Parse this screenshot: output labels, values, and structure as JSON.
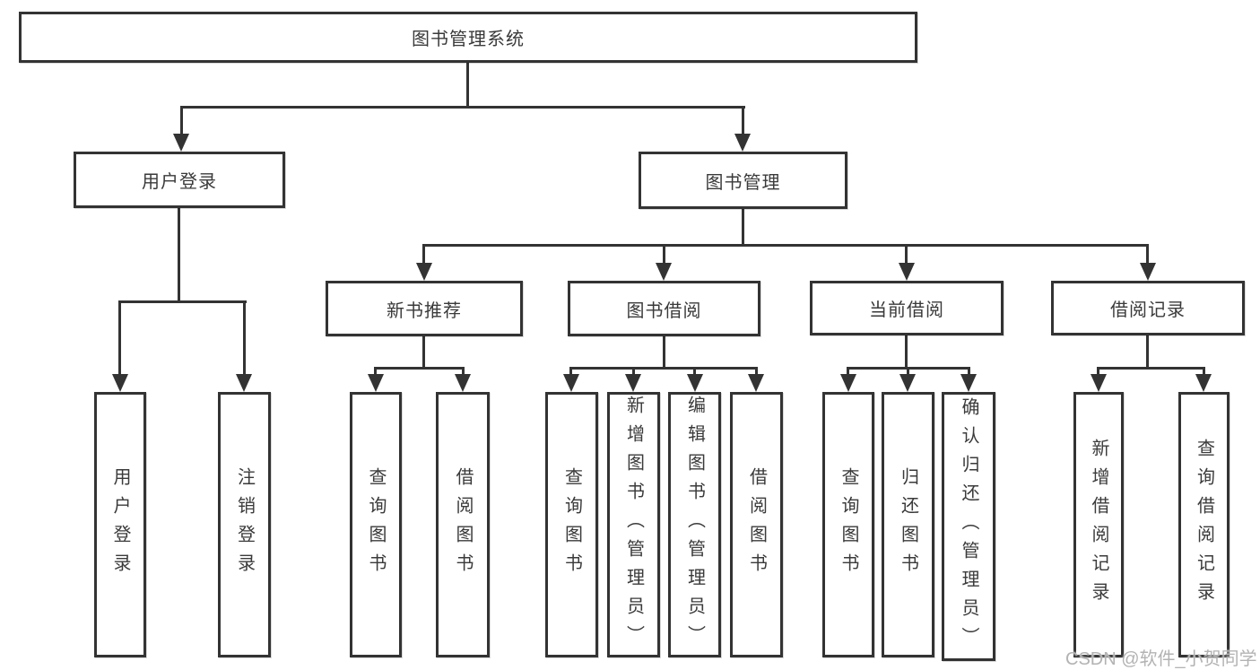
{
  "tree": {
    "root": {
      "label": "图书管理系统"
    },
    "branches": [
      {
        "label": "用户登录",
        "children": [
          {
            "label": "用户登录"
          },
          {
            "label": "注销登录"
          }
        ]
      },
      {
        "label": "图书管理",
        "children": [
          {
            "label": "新书推荐",
            "children": [
              {
                "label": "查询图书"
              },
              {
                "label": "借阅图书"
              }
            ]
          },
          {
            "label": "图书借阅",
            "children": [
              {
                "label": "查询图书"
              },
              {
                "label": "新增图书（管理员）"
              },
              {
                "label": "编辑图书（管理员）"
              },
              {
                "label": "借阅图书"
              }
            ]
          },
          {
            "label": "当前借阅",
            "children": [
              {
                "label": "查询图书"
              },
              {
                "label": "归还图书"
              },
              {
                "label": "确认归还（管理员）"
              }
            ]
          },
          {
            "label": "借阅记录",
            "children": [
              {
                "label": "新增借阅记录"
              },
              {
                "label": "查询借阅记录"
              }
            ]
          }
        ]
      }
    ]
  },
  "watermark": "CSDN @软件_小贺同学",
  "colors": {
    "line": "#333333",
    "box_background": "#ffffff",
    "page_background": "#ffffff",
    "text": "#3a3a3a",
    "watermark": "#b3b3b3"
  }
}
